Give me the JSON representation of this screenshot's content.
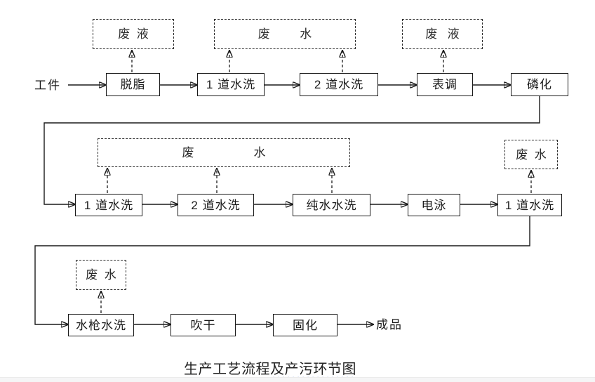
{
  "page": {
    "caption": {
      "plain": "生产工艺流程",
      "underlined": "及产污环节图"
    },
    "colors": {
      "line": "#1a1a1a",
      "squiggle": "#3f6ad8",
      "footer_strip": "#f5f5f6"
    }
  },
  "flow": {
    "start": "工件",
    "end": "成品",
    "row1": {
      "degrease": "脱脂",
      "wash1": "1 道水洗",
      "wash2": "2 道水洗",
      "surface_adjust": "表调",
      "phosphating": "磷化"
    },
    "row2": {
      "wash1": "1 道水洗",
      "wash2": "2 道水洗",
      "pure_wash": "纯水水洗",
      "electrophoresis": "电泳",
      "wash1b": "1 道水洗"
    },
    "row3": {
      "gun_wash": "水枪水洗",
      "blow_dry": "吹干",
      "curing": "固化"
    },
    "waste": {
      "row1_liquid_a": "废  液",
      "row1_water": "废         水",
      "row1_liquid_b": "废   液",
      "row2_water_wide": "废                  水",
      "row2_water_small": "废  水",
      "row3_water": "废  水"
    }
  }
}
